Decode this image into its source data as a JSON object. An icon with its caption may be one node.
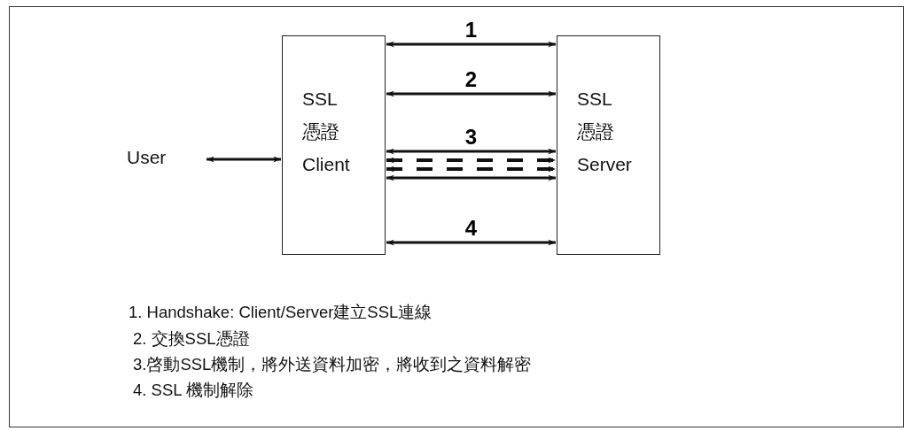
{
  "diagram": {
    "nodes": [
      {
        "text": [
          "User"
        ]
      },
      {
        "text": [
          "SSL 憑證 Client"
        ]
      },
      {
        "text": [
          "SSL 憑證 Server"
        ]
      }
    ],
    "edges": [
      {
        "from": 0,
        "to": 1,
        "arrow": "both"
      },
      {
        "from": 1,
        "to": 2,
        "arrow": "both",
        "label": "1"
      },
      {
        "from": 1,
        "to": 2,
        "arrow": "both",
        "label": "2"
      },
      {
        "from": 1,
        "to": 2,
        "arrow": "both",
        "label": "3"
      },
      {
        "from": 1,
        "to": 2,
        "arrow": "both",
        "style": "dashed"
      },
      {
        "from": 1,
        "to": 2,
        "arrow": "both",
        "style": "dashed"
      },
      {
        "from": 1,
        "to": 2,
        "arrow": "both"
      },
      {
        "from": 1,
        "to": 2,
        "arrow": "both",
        "label": "4"
      }
    ],
    "labels": [
      "1. Handshake: Client/Server建立SSL連線",
      "2. 交換SSL憑證",
      "3.啓動SSL機制，將外送資料加密，將收到之資料解密",
      "4. SSL 機制解除"
    ]
  }
}
